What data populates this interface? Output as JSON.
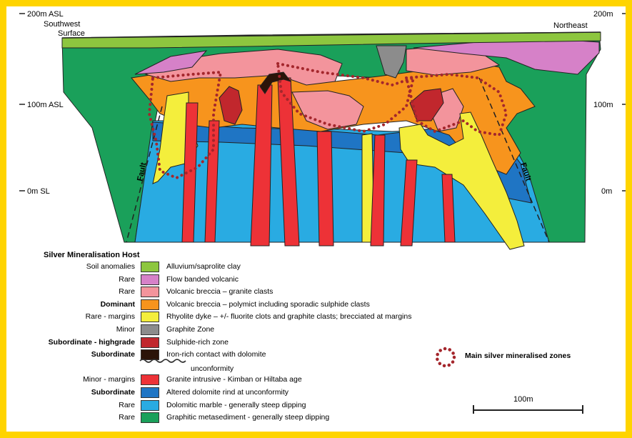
{
  "section": {
    "left_top_label": "200m ASL",
    "left_mid_label": "100m ASL",
    "left_bottom_label": "0m SL",
    "right_top_label": "200m",
    "right_mid_label": "100m",
    "right_bottom_label": "0m",
    "southwest": "Southwest",
    "surface": "Surface",
    "northeast": "Northeast",
    "fault_left": "Fault",
    "fault_right": "Fault"
  },
  "legend": {
    "title": "Silver Mineralisation Host",
    "items": [
      {
        "host": "Soil anomalies",
        "bold": false,
        "color": "#8dc63f",
        "desc": "Alluvium/saprolite clay"
      },
      {
        "host": "Rare",
        "bold": false,
        "color": "#d681c8",
        "desc": "Flow banded volcanic"
      },
      {
        "host": "Rare",
        "bold": false,
        "color": "#f3949c",
        "desc": "Volcanic breccia – granite clasts"
      },
      {
        "host": "Dominant",
        "bold": true,
        "color": "#f7941d",
        "desc": "Volcanic breccia – polymict including sporadic sulphide clasts"
      },
      {
        "host": "Rare - margins",
        "bold": false,
        "color": "#f4ee3c",
        "desc": "Rhyolite dyke – +/- fluorite clots and graphite clasts; brecciated at margins"
      },
      {
        "host": "Minor",
        "bold": false,
        "color": "#8c8c8c",
        "desc": "Graphite Zone"
      },
      {
        "host": "Subordinate - highgrade",
        "bold": true,
        "color": "#c1272d",
        "desc": "Sulphide-rich zone"
      },
      {
        "host": "Subordinate",
        "bold": true,
        "color": "#2b1409",
        "desc": "Iron-rich contact with dolomite"
      },
      {
        "host": "",
        "bold": false,
        "color": "",
        "desc": "unconformity"
      },
      {
        "host": "Minor - margins",
        "bold": false,
        "color": "#ed3237",
        "desc": "Granite intrusive - Kimban or Hiltaba age"
      },
      {
        "host": "Subordinate",
        "bold": true,
        "color": "#1f75c4",
        "desc": "Altered dolomite rind at unconformity"
      },
      {
        "host": "Rare",
        "bold": false,
        "color": "#29abe2",
        "desc": "Dolomitic marble  -  generally steep dipping"
      },
      {
        "host": "Rare",
        "bold": false,
        "color": "#1aa05a",
        "desc": "Graphitic metasediment  -  generally steep dipping"
      }
    ]
  },
  "zones_label": "Main silver mineralised zones",
  "scale_label": "100m",
  "colors": {
    "frame": "#ffd400",
    "zone_dots": "#a4262c"
  }
}
